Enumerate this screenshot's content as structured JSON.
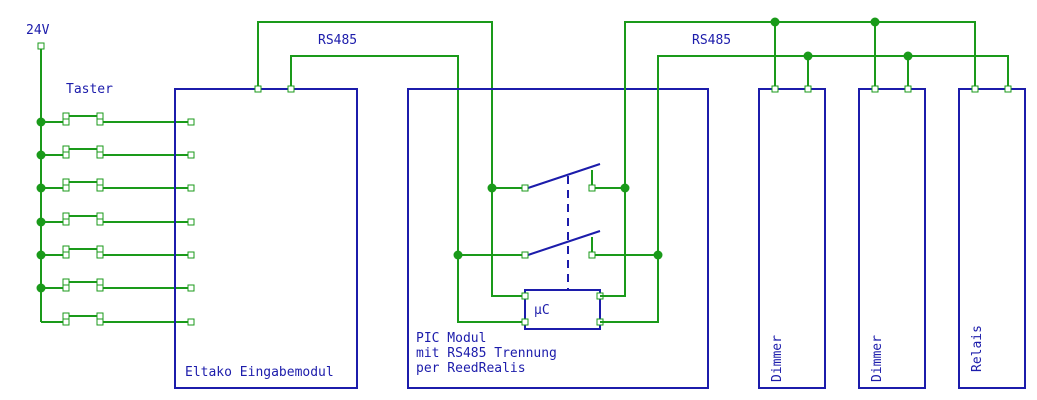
{
  "diagram": {
    "power_label": "24V",
    "buttons_label": "Taster",
    "bus_label_left": "RS485",
    "bus_label_right": "RS485",
    "input_module": {
      "label": "Eltako Eingabemodul"
    },
    "pic_module": {
      "label_lines": [
        "PIC Modul",
        "mit RS485 Trennung",
        "per ReedRealis"
      ],
      "mcu_label": "µC"
    },
    "outputs": [
      {
        "label": "Dimmer"
      },
      {
        "label": "Dimmer"
      },
      {
        "label": "Relais"
      }
    ],
    "button_count": 7,
    "colors": {
      "wire": "#1a9a1a",
      "component": "#1c1cab",
      "background": "#ffffff"
    }
  }
}
